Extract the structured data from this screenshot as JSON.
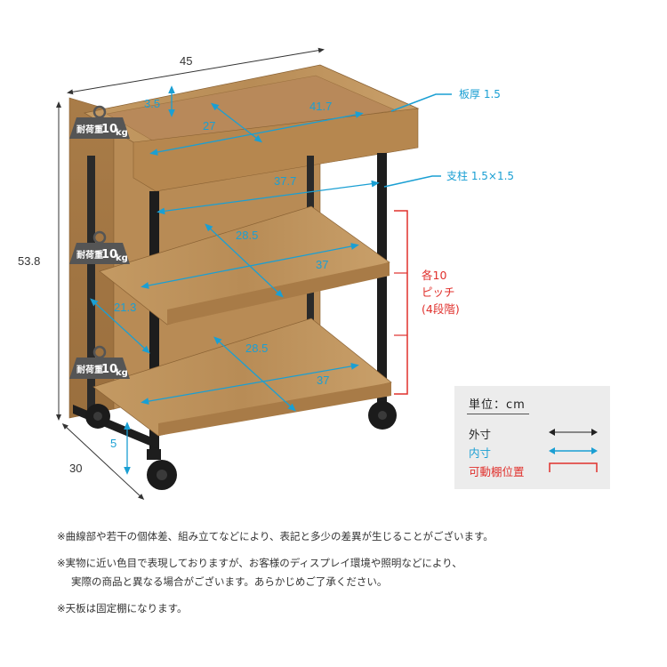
{
  "dimensions": {
    "width": "45",
    "height": "53.8",
    "depth": "30",
    "inner_top_depth": "3.5",
    "inner_top_width_a": "27",
    "inner_top_width_b": "41.7",
    "inner_frame_width": "37.7",
    "shelf_depth_1": "28.5",
    "shelf_width_1": "37",
    "shelf_side_depth": "21.3",
    "shelf_depth_2": "28.5",
    "shelf_width_2": "37",
    "floor_clearance": "5"
  },
  "callouts": {
    "board_thickness": "板厚 1.5",
    "post": "支柱 1.5×1.5",
    "pitch_line1": "各10",
    "pitch_line2": "ピッチ",
    "pitch_line3": "(4段階)"
  },
  "weight_badge": {
    "label_small": "耐荷重",
    "label_value": "10",
    "label_unit": "kg"
  },
  "legend": {
    "title": "単位：cm",
    "outer": "外寸",
    "inner": "内寸",
    "shelf": "可動棚位置",
    "colors": {
      "outer": "#222222",
      "inner": "#1a9fd3",
      "shelf": "#e0302c"
    }
  },
  "notes": [
    "※曲線部や若干の個体差、組み立てなどにより、表記と多少の差異が生じることがございます。",
    "※実物に近い色目で表現しておりますが、お客様のディスプレイ環境や照明などにより、",
    "実際の商品と異なる場合がございます。あらかじめご了承ください。",
    "※天板は固定棚になります。"
  ]
}
